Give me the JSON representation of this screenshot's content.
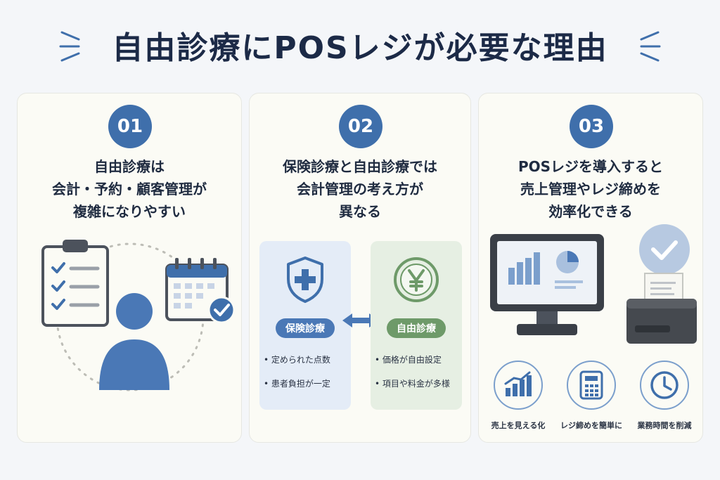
{
  "title": "自由診療にPOSレジが必要な理由",
  "colors": {
    "accent": "#3f6fab",
    "insurance": "#4a78b6",
    "free": "#6e9a69",
    "card_bg": "#fbfbf5"
  },
  "cards": [
    {
      "number": "01",
      "lines": [
        "自由診療は",
        "会計・予約・顧客管理が",
        "複雑になりやすい"
      ],
      "icons": [
        "clipboard-checklist-icon",
        "calendar-check-icon",
        "person-icon"
      ]
    },
    {
      "number": "02",
      "lines": [
        "保険診療と自由診療では",
        "会計管理の考え方が",
        "異なる"
      ],
      "insurance": {
        "label": "保険診療",
        "icon": "shield-cross-icon",
        "bullets": [
          "• 定められた点数",
          "• 患者負担が一定"
        ]
      },
      "free": {
        "label": "自由診療",
        "icon": "yen-coin-icon",
        "bullets": [
          "• 価格が自由設定",
          "• 項目や料金が多様"
        ]
      },
      "arrow_icon": "double-arrow-icon"
    },
    {
      "number": "03",
      "lines": [
        "POSレジを導入すると",
        "売上管理やレジ締めを",
        "効率化できる"
      ],
      "icons": [
        "pos-monitor-icon",
        "receipt-printer-icon",
        "check-circle-icon"
      ],
      "features": [
        {
          "label": "売上を見える化",
          "icon": "bar-chart-icon"
        },
        {
          "label": "レジ締めを簡単に",
          "icon": "calculator-icon"
        },
        {
          "label": "業務時間を削減",
          "icon": "clock-icon"
        }
      ]
    }
  ]
}
